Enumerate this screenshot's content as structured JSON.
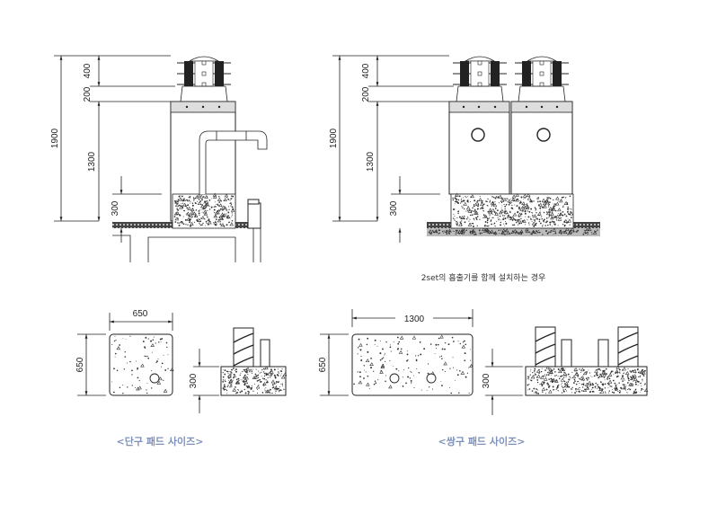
{
  "single_install": {
    "dims": {
      "total": "1900",
      "top": "400",
      "neck": "200",
      "body": "1300",
      "pad": "300"
    }
  },
  "double_install": {
    "dims": {
      "total": "1900",
      "top": "400",
      "neck": "200",
      "body": "1300",
      "pad": "300"
    },
    "note": "2set의 흡출기를 함께 설치하는 경우"
  },
  "single_pad": {
    "width": "650",
    "depth": "650",
    "height": "300",
    "caption": "<단구 패드 사이즈>"
  },
  "double_pad": {
    "width": "1300",
    "depth": "650",
    "height": "300",
    "caption": "<쌍구 패드 사이즈>"
  },
  "colors": {
    "caption": "#7d91ba",
    "line": "#222222"
  }
}
